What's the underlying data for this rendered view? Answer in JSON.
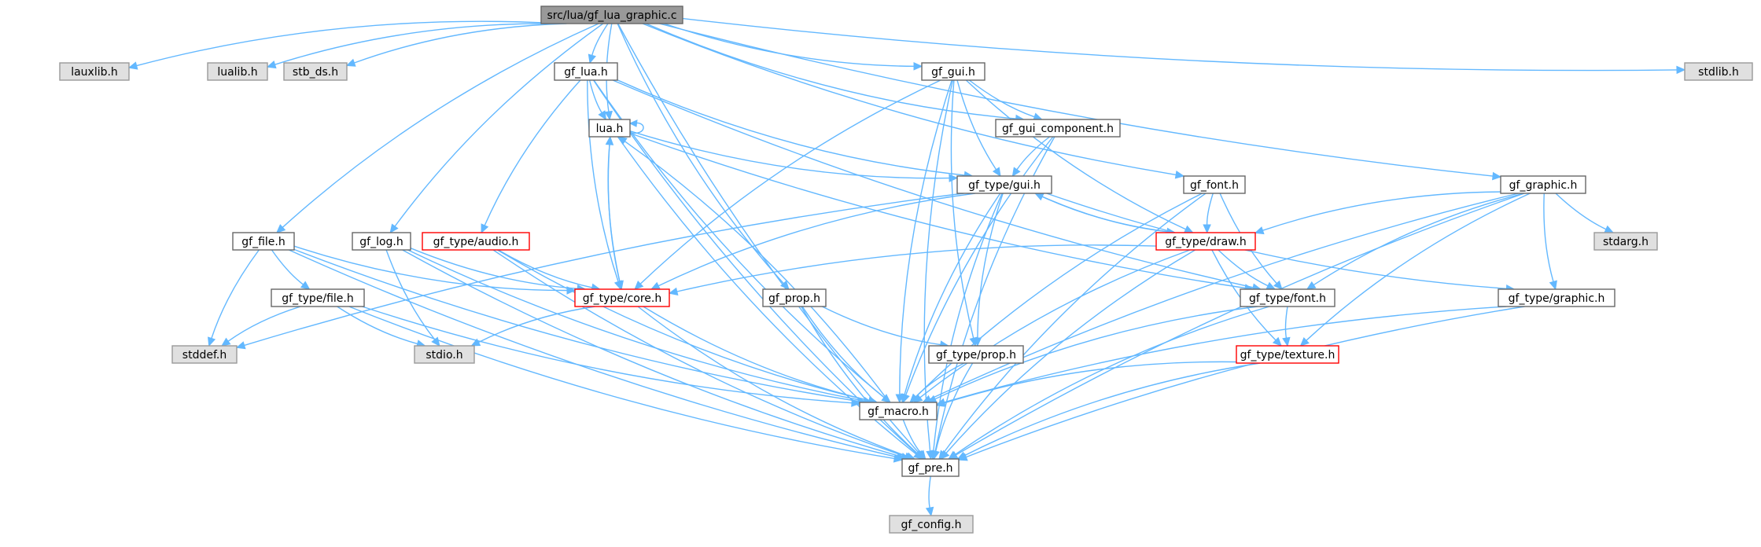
{
  "colors": {
    "edge": "#63b8ff",
    "root_fill": "#999999",
    "system_fill": "#e0e0e0",
    "system_stroke": "#999999",
    "normal_stroke": "#666666",
    "cyclic_stroke": "#ff0000"
  },
  "nodes": [
    {
      "id": "root",
      "label": "src/lua/gf_lua_graphic.c",
      "kind": "root"
    },
    {
      "id": "lauxlib",
      "label": "lauxlib.h",
      "kind": "system"
    },
    {
      "id": "lualib",
      "label": "lualib.h",
      "kind": "system"
    },
    {
      "id": "stb_ds",
      "label": "stb_ds.h",
      "kind": "system"
    },
    {
      "id": "gf_lua",
      "label": "gf_lua.h",
      "kind": "normal"
    },
    {
      "id": "gf_gui",
      "label": "gf_gui.h",
      "kind": "normal"
    },
    {
      "id": "stdlib",
      "label": "stdlib.h",
      "kind": "system"
    },
    {
      "id": "lua",
      "label": "lua.h",
      "kind": "normal"
    },
    {
      "id": "gf_gui_component",
      "label": "gf_gui_component.h",
      "kind": "normal"
    },
    {
      "id": "type_gui",
      "label": "gf_type/gui.h",
      "kind": "normal"
    },
    {
      "id": "gf_font",
      "label": "gf_font.h",
      "kind": "normal"
    },
    {
      "id": "gf_graphic",
      "label": "gf_graphic.h",
      "kind": "normal"
    },
    {
      "id": "stdarg",
      "label": "stdarg.h",
      "kind": "system"
    },
    {
      "id": "gf_file",
      "label": "gf_file.h",
      "kind": "normal"
    },
    {
      "id": "gf_log",
      "label": "gf_log.h",
      "kind": "normal"
    },
    {
      "id": "type_audio",
      "label": "gf_type/audio.h",
      "kind": "cyclic"
    },
    {
      "id": "type_draw",
      "label": "gf_type/draw.h",
      "kind": "cyclic"
    },
    {
      "id": "type_file",
      "label": "gf_type/file.h",
      "kind": "normal"
    },
    {
      "id": "type_core",
      "label": "gf_type/core.h",
      "kind": "cyclic"
    },
    {
      "id": "gf_prop",
      "label": "gf_prop.h",
      "kind": "normal"
    },
    {
      "id": "type_font",
      "label": "gf_type/font.h",
      "kind": "normal"
    },
    {
      "id": "type_graphic",
      "label": "gf_type/graphic.h",
      "kind": "normal"
    },
    {
      "id": "stddef",
      "label": "stddef.h",
      "kind": "system"
    },
    {
      "id": "stdio",
      "label": "stdio.h",
      "kind": "system"
    },
    {
      "id": "type_prop",
      "label": "gf_type/prop.h",
      "kind": "normal"
    },
    {
      "id": "type_texture",
      "label": "gf_type/texture.h",
      "kind": "cyclic"
    },
    {
      "id": "gf_macro",
      "label": "gf_macro.h",
      "kind": "normal"
    },
    {
      "id": "gf_pre",
      "label": "gf_pre.h",
      "kind": "normal"
    },
    {
      "id": "gf_config",
      "label": "gf_config.h",
      "kind": "system"
    }
  ],
  "edges": [
    [
      "root",
      "lauxlib"
    ],
    [
      "root",
      "lualib"
    ],
    [
      "root",
      "stb_ds"
    ],
    [
      "root",
      "gf_lua"
    ],
    [
      "root",
      "gf_gui"
    ],
    [
      "root",
      "stdlib"
    ],
    [
      "root",
      "lua"
    ],
    [
      "root",
      "gf_gui_component"
    ],
    [
      "root",
      "gf_font"
    ],
    [
      "root",
      "gf_graphic"
    ],
    [
      "root",
      "gf_file"
    ],
    [
      "root",
      "gf_log"
    ],
    [
      "root",
      "gf_prop"
    ],
    [
      "root",
      "gf_pre"
    ],
    [
      "gf_lua",
      "lua"
    ],
    [
      "gf_lua",
      "type_gui"
    ],
    [
      "gf_lua",
      "type_audio"
    ],
    [
      "gf_lua",
      "type_core"
    ],
    [
      "gf_lua",
      "type_font"
    ],
    [
      "gf_lua",
      "gf_macro"
    ],
    [
      "gf_lua",
      "gf_pre"
    ],
    [
      "gf_gui",
      "gf_gui_component"
    ],
    [
      "gf_gui",
      "type_gui"
    ],
    [
      "gf_gui",
      "type_draw"
    ],
    [
      "gf_gui",
      "type_core"
    ],
    [
      "gf_gui",
      "type_prop"
    ],
    [
      "gf_gui",
      "gf_macro"
    ],
    [
      "gf_gui",
      "gf_pre"
    ],
    [
      "lua",
      "lua"
    ],
    [
      "lua",
      "type_gui"
    ],
    [
      "lua",
      "type_core"
    ],
    [
      "lua",
      "type_font"
    ],
    [
      "lua",
      "gf_pre"
    ],
    [
      "gf_gui_component",
      "type_gui"
    ],
    [
      "gf_gui_component",
      "gf_macro"
    ],
    [
      "gf_gui_component",
      "gf_pre"
    ],
    [
      "type_gui",
      "type_draw"
    ],
    [
      "type_gui",
      "type_core"
    ],
    [
      "type_gui",
      "type_prop"
    ],
    [
      "type_gui",
      "type_graphic"
    ],
    [
      "type_gui",
      "stddef"
    ],
    [
      "type_gui",
      "gf_macro"
    ],
    [
      "type_gui",
      "gf_pre"
    ],
    [
      "gf_font",
      "type_draw"
    ],
    [
      "gf_font",
      "type_font"
    ],
    [
      "gf_font",
      "gf_macro"
    ],
    [
      "gf_font",
      "gf_pre"
    ],
    [
      "gf_graphic",
      "type_draw"
    ],
    [
      "gf_graphic",
      "stdarg"
    ],
    [
      "gf_graphic",
      "type_font"
    ],
    [
      "gf_graphic",
      "type_graphic"
    ],
    [
      "gf_graphic",
      "type_texture"
    ],
    [
      "gf_graphic",
      "gf_macro"
    ],
    [
      "gf_graphic",
      "gf_pre"
    ],
    [
      "gf_file",
      "type_file"
    ],
    [
      "gf_file",
      "type_core"
    ],
    [
      "gf_file",
      "stddef"
    ],
    [
      "gf_file",
      "gf_macro"
    ],
    [
      "gf_file",
      "gf_pre"
    ],
    [
      "gf_log",
      "type_core"
    ],
    [
      "gf_log",
      "stdio"
    ],
    [
      "gf_log",
      "gf_macro"
    ],
    [
      "gf_log",
      "gf_pre"
    ],
    [
      "type_audio",
      "type_core"
    ],
    [
      "type_audio",
      "gf_macro"
    ],
    [
      "type_audio",
      "gf_pre"
    ],
    [
      "type_draw",
      "type_gui"
    ],
    [
      "type_draw",
      "type_core"
    ],
    [
      "type_draw",
      "type_font"
    ],
    [
      "type_draw",
      "type_texture"
    ],
    [
      "type_draw",
      "gf_macro"
    ],
    [
      "type_draw",
      "gf_pre"
    ],
    [
      "type_file",
      "stddef"
    ],
    [
      "type_file",
      "stdio"
    ],
    [
      "type_file",
      "gf_macro"
    ],
    [
      "type_file",
      "gf_pre"
    ],
    [
      "type_core",
      "lua"
    ],
    [
      "type_core",
      "stdio"
    ],
    [
      "type_core",
      "gf_macro"
    ],
    [
      "type_core",
      "gf_pre"
    ],
    [
      "gf_prop",
      "type_prop"
    ],
    [
      "gf_prop",
      "gf_macro"
    ],
    [
      "gf_prop",
      "gf_pre"
    ],
    [
      "type_font",
      "type_texture"
    ],
    [
      "type_font",
      "gf_macro"
    ],
    [
      "type_font",
      "gf_pre"
    ],
    [
      "type_graphic",
      "gf_macro"
    ],
    [
      "type_graphic",
      "gf_pre"
    ],
    [
      "type_prop",
      "gf_macro"
    ],
    [
      "type_prop",
      "gf_pre"
    ],
    [
      "type_texture",
      "gf_macro"
    ],
    [
      "type_texture",
      "gf_pre"
    ],
    [
      "gf_macro",
      "lua"
    ],
    [
      "gf_macro",
      "gf_pre"
    ],
    [
      "gf_pre",
      "gf_config"
    ]
  ]
}
